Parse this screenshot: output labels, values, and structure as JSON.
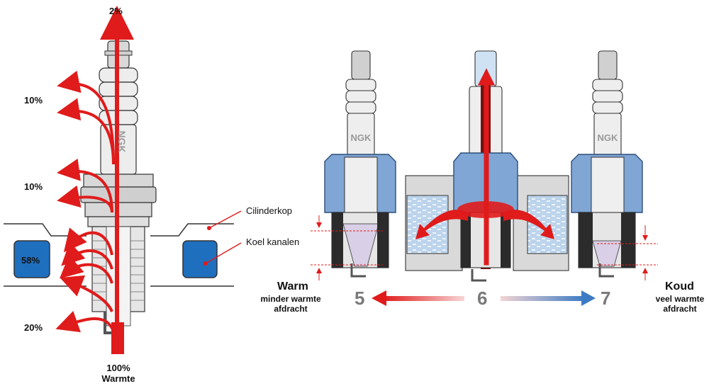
{
  "left_diagram": {
    "percent_labels": {
      "top": "2%",
      "upper_a": "10%",
      "upper_b": "10%",
      "coolant": "58%",
      "lower": "20%",
      "total": "100%",
      "total_caption": "Warmte"
    },
    "brand_mark": "NGK",
    "callouts": {
      "cylinder_head": "Cilinderkop",
      "cooling_channels": "Koel kanalen"
    }
  },
  "heat_range": {
    "plug_brand": "NGK",
    "warm": {
      "title": "Warm",
      "line1": "minder warmte",
      "line2": "afdracht",
      "number": "5"
    },
    "mid": {
      "number": "6"
    },
    "cold": {
      "title": "Koud",
      "line1": "veel warmte",
      "line2": "afdracht",
      "number": "7"
    }
  },
  "colors": {
    "heat_red": "#e01b1b",
    "coolant_blue": "#1f6fbf",
    "cold_blue": "#3d7cc4",
    "plug_gray": "#c8c8c8",
    "insulator_white": "#f2f2f2"
  }
}
